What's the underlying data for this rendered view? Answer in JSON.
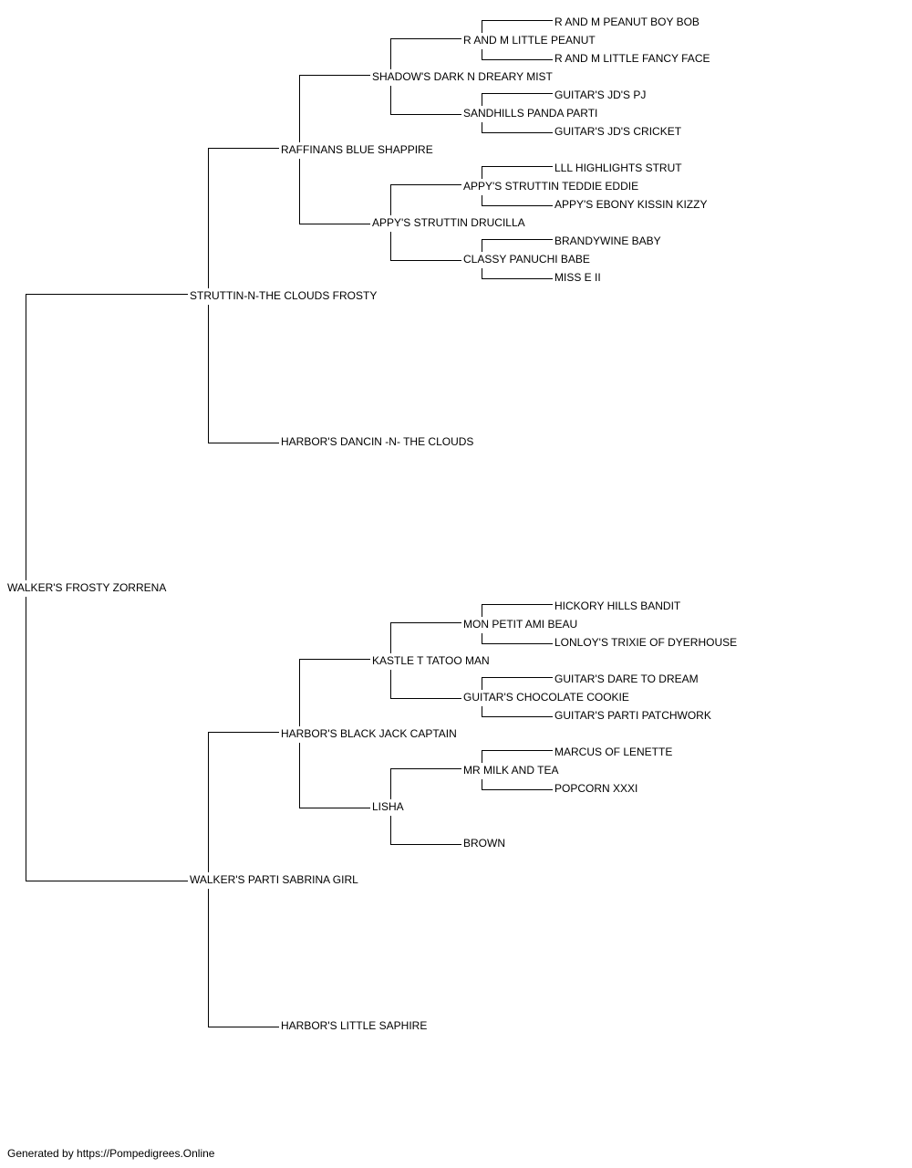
{
  "pedigree": {
    "subject": "WALKER'S FROSTY ZORRENA",
    "sire": "STRUTTIN-N-THE CLOUDS FROSTY",
    "sire_sire": "RAFFINANS BLUE SHAPPIRE",
    "sire_sire_sire": "SHADOW'S DARK N DREARY MIST",
    "sire_sire_sire_sire": "R AND M LITTLE PEANUT",
    "sire_sire_sire_sire_sire": "R AND M PEANUT BOY BOB",
    "sire_sire_sire_sire_dam": "R AND M LITTLE FANCY FACE",
    "sire_sire_sire_dam": "SANDHILLS PANDA PARTI",
    "sire_sire_sire_dam_sire": "GUITAR'S JD'S PJ",
    "sire_sire_sire_dam_dam": "GUITAR'S JD'S CRICKET",
    "sire_sire_dam": "APPY'S STRUTTIN DRUCILLA",
    "sire_sire_dam_sire": "APPY'S STRUTTIN TEDDIE EDDIE",
    "sire_sire_dam_sire_sire": "LLL HIGHLIGHTS STRUT",
    "sire_sire_dam_sire_dam": "APPY'S EBONY KISSIN KIZZY",
    "sire_sire_dam_dam": "CLASSY PANUCHI BABE",
    "sire_sire_dam_dam_sire": "BRANDYWINE BABY",
    "sire_sire_dam_dam_dam": "MISS E II",
    "sire_dam": "HARBOR'S DANCIN -N- THE CLOUDS",
    "dam": "WALKER'S PARTI SABRINA GIRL",
    "dam_sire": "HARBOR'S BLACK JACK CAPTAIN",
    "dam_sire_sire": "KASTLE T TATOO MAN",
    "dam_sire_sire_sire": "MON PETIT AMI BEAU",
    "dam_sire_sire_sire_sire": "HICKORY HILLS BANDIT",
    "dam_sire_sire_sire_dam": "LONLOY'S TRIXIE OF DYERHOUSE",
    "dam_sire_sire_dam": "GUITAR'S CHOCOLATE COOKIE",
    "dam_sire_sire_dam_sire": "GUITAR'S DARE TO DREAM",
    "dam_sire_sire_dam_dam": "GUITAR'S PARTI PATCHWORK",
    "dam_sire_dam": "LISHA",
    "dam_sire_dam_sire": "MR MILK AND TEA",
    "dam_sire_dam_sire_sire": "MARCUS OF LENETTE",
    "dam_sire_dam_sire_dam": "POPCORN XXXI",
    "dam_sire_dam_dam": "BROWN",
    "dam_dam": "HARBOR'S LITTLE SAPHIRE"
  },
  "footer": "Generated by https://Pompedigrees.Online"
}
